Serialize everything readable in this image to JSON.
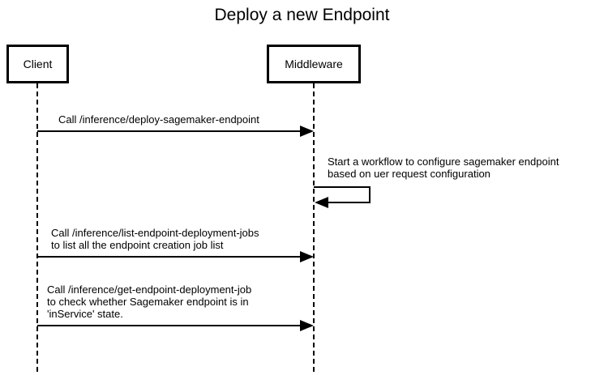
{
  "title": "Deploy a new Endpoint",
  "actors": [
    {
      "id": "client",
      "label": "Client"
    },
    {
      "id": "middleware",
      "label": "Middleware"
    }
  ],
  "messages": [
    {
      "from": "Client",
      "to": "Middleware",
      "type": "solid-arrow",
      "label": "Call /inference/deploy-sagemaker-endpoint"
    },
    {
      "from": "Middleware",
      "to": "Middleware",
      "type": "self-message",
      "label": "Start a workflow to configure sagemaker endpoint\nbased on uer request configuration"
    },
    {
      "from": "Client",
      "to": "Middleware",
      "type": "solid-arrow",
      "label": "Call /inference/list-endpoint-deployment-jobs\nto list all the endpoint creation job list"
    },
    {
      "from": "Client",
      "to": "Middleware",
      "type": "solid-arrow",
      "label": "Call /inference/get-endpoint-deployment-job\nto check whether Sagemaker endpoint is in\n'inService' state."
    }
  ],
  "colors": {
    "line": "#000000",
    "text": "#000000",
    "background": "#ffffff"
  }
}
